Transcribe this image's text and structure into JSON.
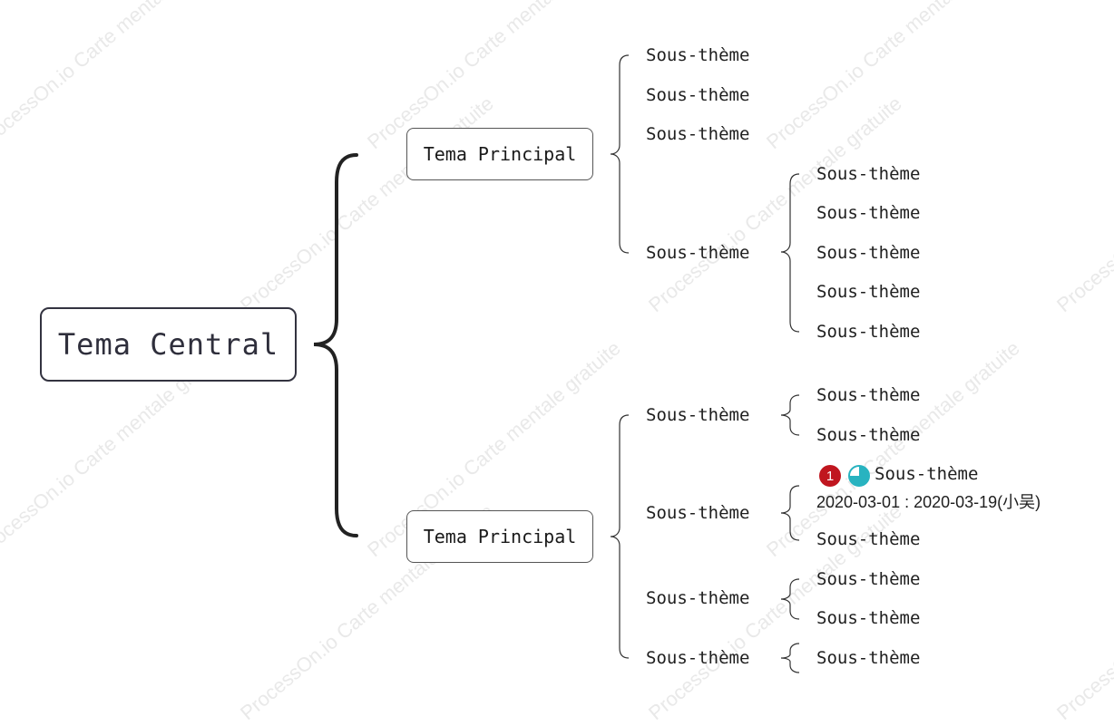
{
  "watermark": "ProcessOn.io Carte mentale gratuite",
  "central_topic": "Tema Central",
  "branches": [
    {
      "label": "Tema Principal",
      "children": [
        {
          "label": "Sous-thème",
          "children": []
        },
        {
          "label": "Sous-thème",
          "children": []
        },
        {
          "label": "Sous-thème",
          "children": []
        },
        {
          "label": "Sous-thème",
          "children": [
            {
              "label": "Sous-thème"
            },
            {
              "label": "Sous-thème"
            },
            {
              "label": "Sous-thème"
            },
            {
              "label": "Sous-thème"
            },
            {
              "label": "Sous-thème"
            }
          ]
        }
      ]
    },
    {
      "label": "Tema Principal",
      "children": [
        {
          "label": "Sous-thème",
          "children": [
            {
              "label": "Sous-thème"
            },
            {
              "label": "Sous-thème"
            }
          ]
        },
        {
          "label": "Sous-thème",
          "children": [
            {
              "label": "Sous-thème",
              "priority": "1",
              "progress_percent": 75,
              "note": "2020-03-01 : 2020-03-19(小吴)"
            },
            {
              "label": "Sous-thème"
            }
          ]
        },
        {
          "label": "Sous-thème",
          "children": [
            {
              "label": "Sous-thème"
            },
            {
              "label": "Sous-thème"
            }
          ]
        },
        {
          "label": "Sous-thème",
          "children": [
            {
              "label": "Sous-thème"
            }
          ]
        }
      ]
    }
  ],
  "colors": {
    "central_border": "#333340",
    "connector": "#222222",
    "main_border": "#555555",
    "priority_marker": "#c0161f",
    "progress_marker": "#28b3c0"
  },
  "icons": {
    "priority": "priority-1-icon",
    "progress": "progress-75-icon"
  }
}
